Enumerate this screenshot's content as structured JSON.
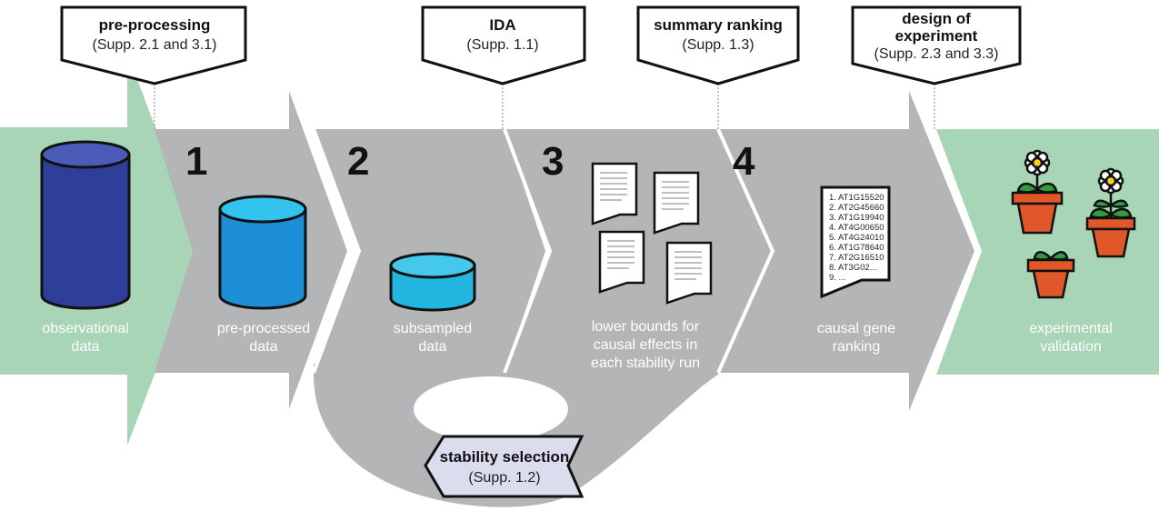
{
  "callouts": {
    "preprocessing": {
      "title": "pre-processing",
      "sub": "(Supp. 2.1 and 3.1)"
    },
    "ida": {
      "title": "IDA",
      "sub": "(Supp. 1.1)"
    },
    "summary": {
      "title": "summary ranking",
      "sub": "(Supp. 1.3)"
    },
    "doe": {
      "title1": "design of",
      "title2": "experiment",
      "sub": "(Supp. 2.3 and 3.3)"
    },
    "stability": {
      "title": "stability selection",
      "sub": "(Supp. 1.2)"
    }
  },
  "steps": [
    "1",
    "2",
    "3",
    "4"
  ],
  "stages": {
    "observational": [
      "observational",
      "data"
    ],
    "preprocessed": [
      "pre-processed",
      "data"
    ],
    "subsampled": [
      "subsampled",
      "data"
    ],
    "lower_bounds": [
      "lower bounds for",
      "causal effects in",
      "each stability run"
    ],
    "ranking": [
      "causal gene",
      "ranking"
    ],
    "validation": [
      "experimental",
      "validation"
    ]
  },
  "ranking_list": [
    "1. AT1G15520",
    "2. AT2G45660",
    "3. AT1G19940",
    "4. AT4G00650",
    "5. AT4G24010",
    "6. AT1G78640",
    "7. AT2G16510",
    "8. AT3G02...",
    "9. ..."
  ],
  "colors": {
    "green": "#a8d5b5",
    "gray": "#b3b5b7",
    "dark_blue": "#2e3f9a",
    "mid_blue": "#1d8fd6",
    "light_blue": "#22b6e0",
    "pot": "#e0582a",
    "callout_fill": "#ffffff",
    "stability_fill": "#dcdcef"
  }
}
